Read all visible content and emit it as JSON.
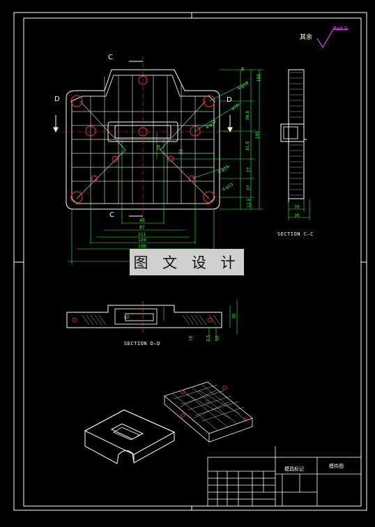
{
  "watermark": "图 文 设 计",
  "roughness": {
    "prefix": "其余",
    "value": "Ra3.2"
  },
  "section_cc": "SECTION C—C",
  "section_dd": "SECTION D—D",
  "cut_c_top": "C",
  "cut_c_bottom": "C",
  "cut_d_left": "D",
  "cut_d_right": "D",
  "dims_plan": [
    "4-φ18",
    "φ16",
    "4-φ15",
    "4-φ15",
    "4-φ12",
    "40",
    "87",
    "111",
    "124",
    "150",
    "185",
    "195",
    "26",
    "28",
    "36.5",
    "31.5",
    "27",
    "27",
    "12.5",
    "185",
    "8"
  ],
  "dims_side": [
    "70",
    "30"
  ],
  "dims_dd": [
    "R2",
    "30",
    "16",
    "2.5",
    "10"
  ],
  "title_block": {
    "name": "模具标记",
    "code": "模件图"
  }
}
